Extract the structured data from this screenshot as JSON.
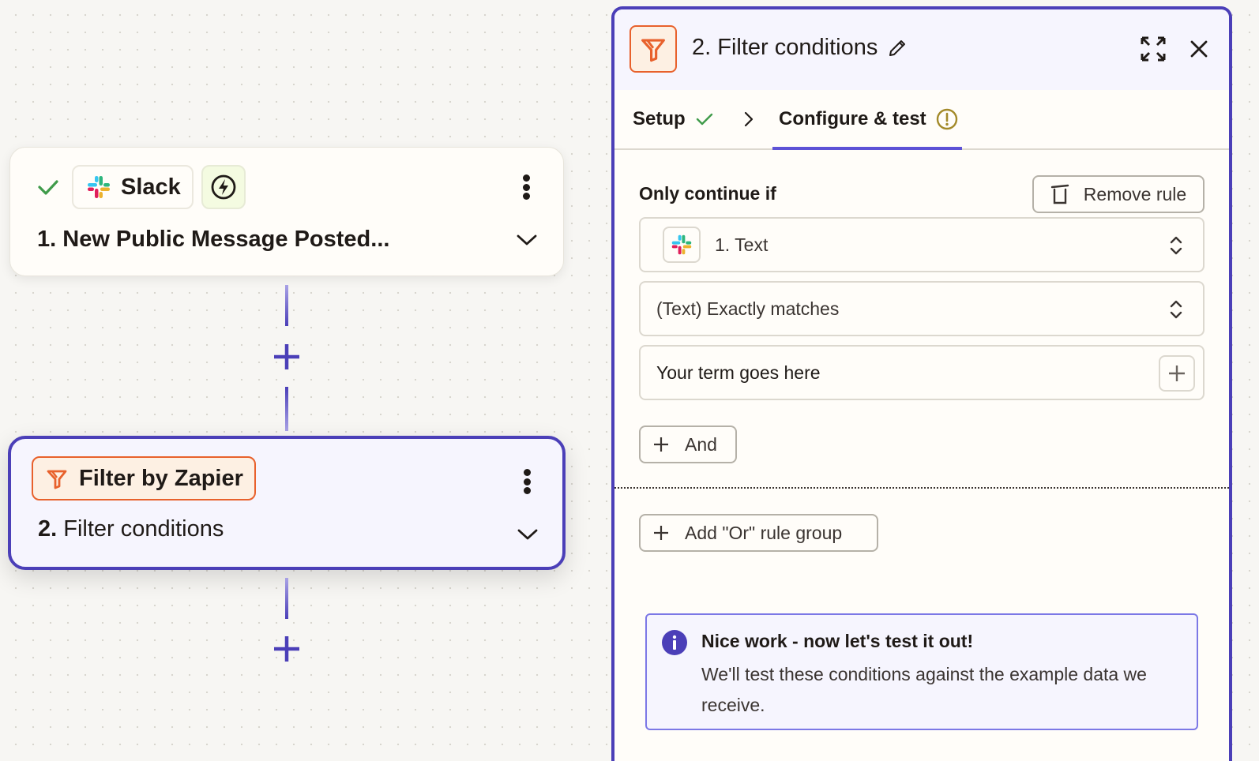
{
  "canvas": {
    "steps": [
      {
        "status": "complete",
        "app_name": "Slack",
        "app_icon": "slack-icon",
        "trigger_icon": "lightning-bolt-icon",
        "number": "1.",
        "title": "New Public Message Posted..."
      },
      {
        "status": "selected",
        "app_name": "Filter by Zapier",
        "app_icon": "filter-icon",
        "number": "2.",
        "title": "Filter conditions"
      }
    ],
    "add_step_icon": "plus-icon"
  },
  "panel": {
    "header": {
      "icon": "filter-icon",
      "title": "2. Filter conditions",
      "edit_icon": "pencil-icon",
      "expand_icon": "expand-icon",
      "close_icon": "close-icon"
    },
    "tabs": [
      {
        "label": "Setup",
        "status": "complete",
        "status_icon": "check-icon"
      },
      {
        "label": "Configure & test",
        "status": "warning",
        "status_icon": "alert-circle-icon",
        "active": true
      }
    ],
    "rule": {
      "label": "Only continue if",
      "remove_label": "Remove rule",
      "field": {
        "value": "1. Text",
        "app_icon": "slack-icon"
      },
      "condition": {
        "value": "(Text) Exactly matches"
      },
      "term": {
        "placeholder": "Your term goes here"
      }
    },
    "and_button": "And",
    "or_button": "Add \"Or\" rule group",
    "info": {
      "title": "Nice work - now let's test it out!",
      "body": "We'll test these conditions against the example data we receive."
    }
  },
  "colors": {
    "accent": "#4b3fb8",
    "tab_underline": "#5d52d6",
    "filter_orange": "#e8612c",
    "success_green": "#3f9b4a",
    "warning_olive": "#a38a2a",
    "canvas_bg": "#f7f6f3"
  }
}
